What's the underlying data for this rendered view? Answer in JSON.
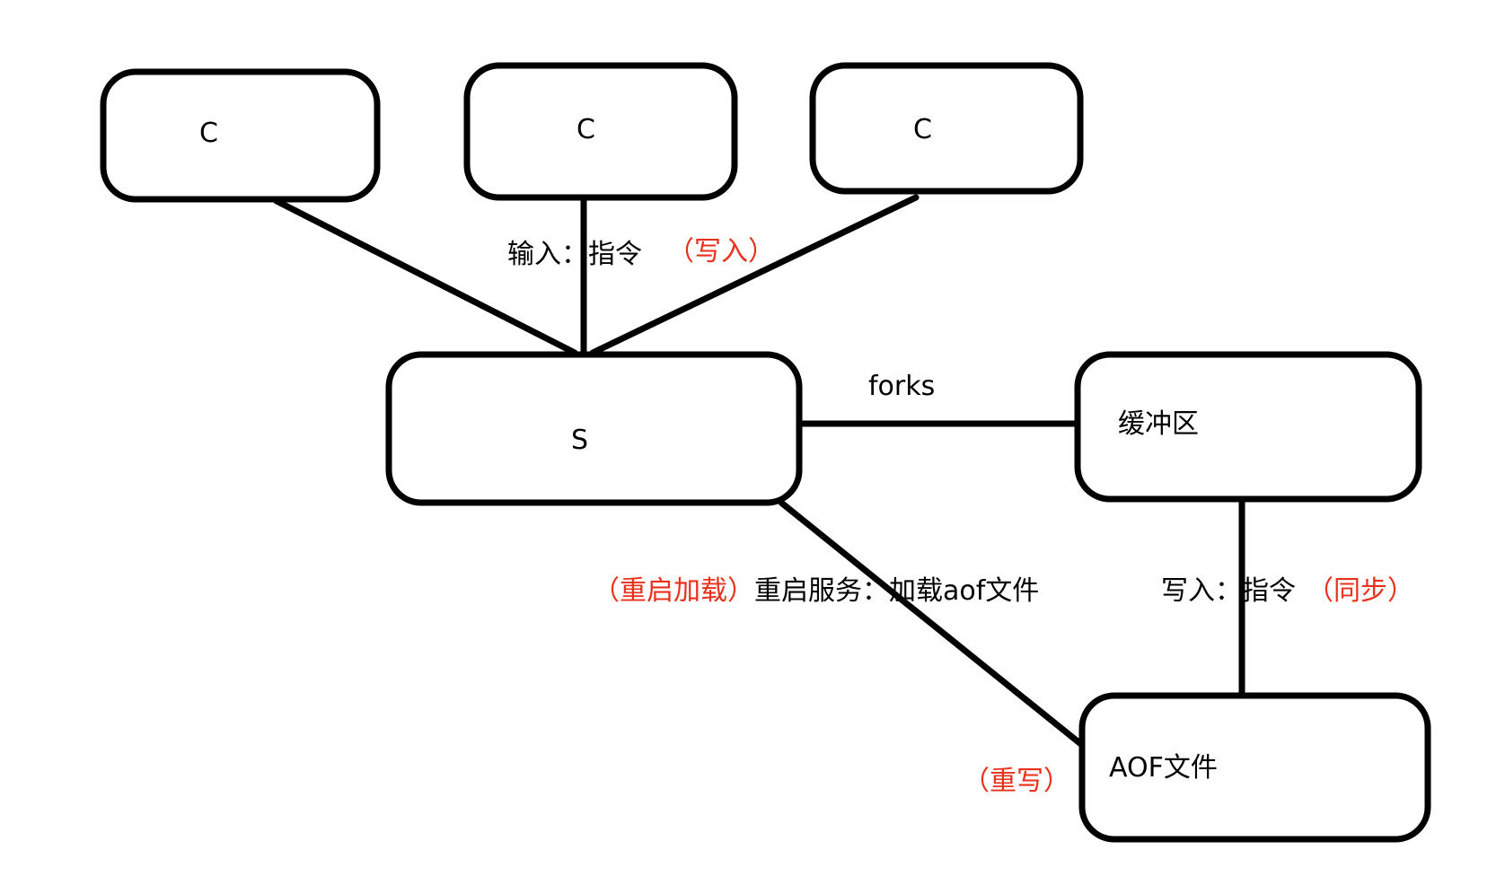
{
  "colors": {
    "stroke": "#000000",
    "text": "#000000",
    "annotation": "#e8301c",
    "background": "#ffffff"
  },
  "nodes": {
    "client_1": "C",
    "client_2": "C",
    "client_3": "C",
    "server": "S",
    "buffer": "缓冲区",
    "aof_file": "AOF文件"
  },
  "edges": {
    "clients_to_server": {
      "label": "输入：指令",
      "note": "（写入）"
    },
    "server_to_buffer": {
      "label": "forks"
    },
    "buffer_to_aof": {
      "label": "写入：指令",
      "note": "（同步）"
    },
    "server_aof": {
      "note_left": "（重启加载）",
      "label": "重启服务：加载aof文件",
      "note_rewrite": "（重写）"
    }
  }
}
